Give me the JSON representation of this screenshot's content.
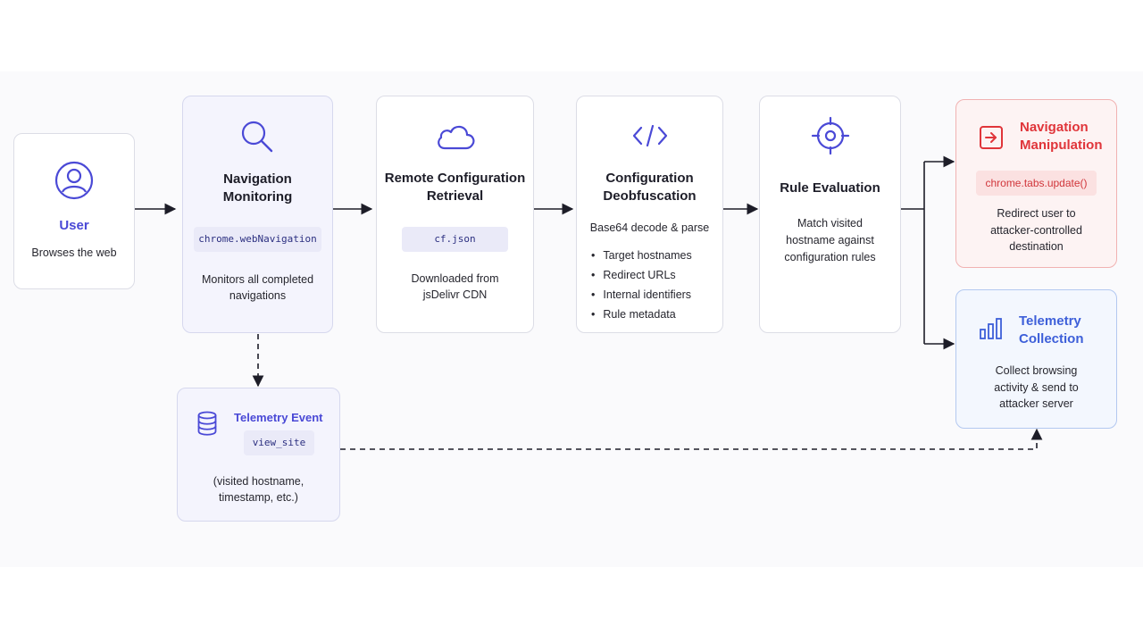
{
  "colors": {
    "accent": "#4a49d6",
    "danger": "#e0353a",
    "telemetry": "#3d5fd9",
    "arrow": "#1d1d28"
  },
  "user": {
    "icon": "user-icon",
    "title": "User",
    "subtitle": "Browses the web"
  },
  "navigation_monitoring": {
    "icon": "search-icon",
    "title_line1": "Navigation",
    "title_line2": "Monitoring",
    "code": "chrome.webNavigation",
    "desc_line1": "Monitors all completed",
    "desc_line2": "navigations"
  },
  "remote_config": {
    "icon": "cloud-icon",
    "title_line1": "Remote Configuration",
    "title_line2": "Retrieval",
    "code": "cf.json",
    "desc_line1": "Downloaded from",
    "desc_line2": "jsDelivr CDN"
  },
  "deobfuscation": {
    "icon": "code-icon",
    "title_line1": "Configuration",
    "title_line2": "Deobfuscation",
    "subtitle": "Base64 decode & parse",
    "items": [
      "Target hostnames",
      "Redirect URLs",
      "Internal identifiers",
      "Rule metadata"
    ]
  },
  "rule_evaluation": {
    "icon": "target-icon",
    "title": "Rule Evaluation",
    "desc_line1": "Match visited",
    "desc_line2": "hostname against",
    "desc_line3": "configuration rules"
  },
  "navigation_manipulation": {
    "icon": "redirect-arrow-icon",
    "title_line1": "Navigation",
    "title_line2": "Manipulation",
    "code": "chrome.tabs.update()",
    "desc_line1": "Redirect user to",
    "desc_line2": "attacker-controlled",
    "desc_line3": "destination"
  },
  "telemetry_collection": {
    "icon": "bar-chart-icon",
    "title_line1": "Telemetry",
    "title_line2": "Collection",
    "desc_line1": "Collect browsing",
    "desc_line2": "activity & send to",
    "desc_line3": "attacker server"
  },
  "telemetry_event": {
    "icon": "database-icon",
    "title": "Telemetry Event",
    "code": "view_site",
    "desc_line1": "(visited hostname,",
    "desc_line2": "timestamp, etc.)"
  }
}
